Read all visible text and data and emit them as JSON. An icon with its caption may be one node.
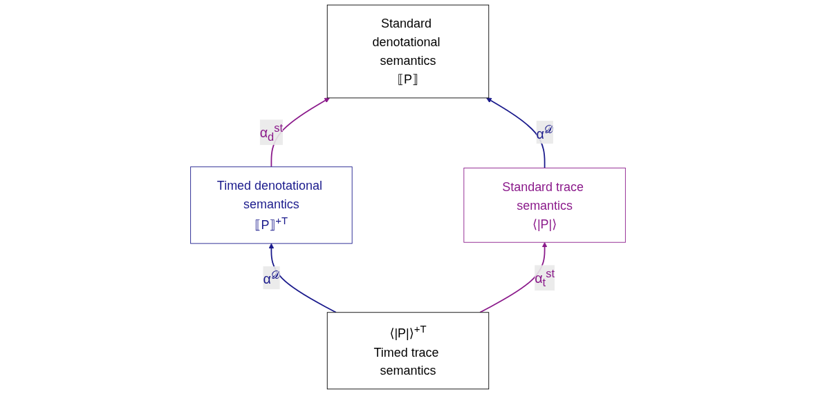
{
  "diagram": {
    "nodes": [
      {
        "text": [
          "Standard denotational semantics",
          "⟦P⟧"
        ]
      },
      {
        "text": [
          "Timed denotational semantics",
          "⟦P⟧$^{+T}$"
        ]
      },
      {
        "text": [
          "Standard trace semantics",
          "⟨|P|⟩"
        ]
      },
      {
        "text": [
          "⟨|P|⟩$^{+T}$",
          "Timed trace semantics"
        ]
      }
    ],
    "edges": [
      {
        "from": 3,
        "to": 1,
        "arrow": "to",
        "label": "α$^{𝒟}$",
        "color": "#1a1a8c"
      },
      {
        "from": 3,
        "to": 2,
        "arrow": "to",
        "label": "α$_{t}$$^{st}$",
        "color": "#8b1a8b"
      },
      {
        "from": 1,
        "to": 0,
        "arrow": "to",
        "label": "α$_{d}$$^{st}$",
        "color": "#8b1a8b"
      },
      {
        "from": 2,
        "to": 0,
        "arrow": "to",
        "label": "α$^{𝒟}$",
        "color": "#1a1a8c"
      }
    ]
  }
}
